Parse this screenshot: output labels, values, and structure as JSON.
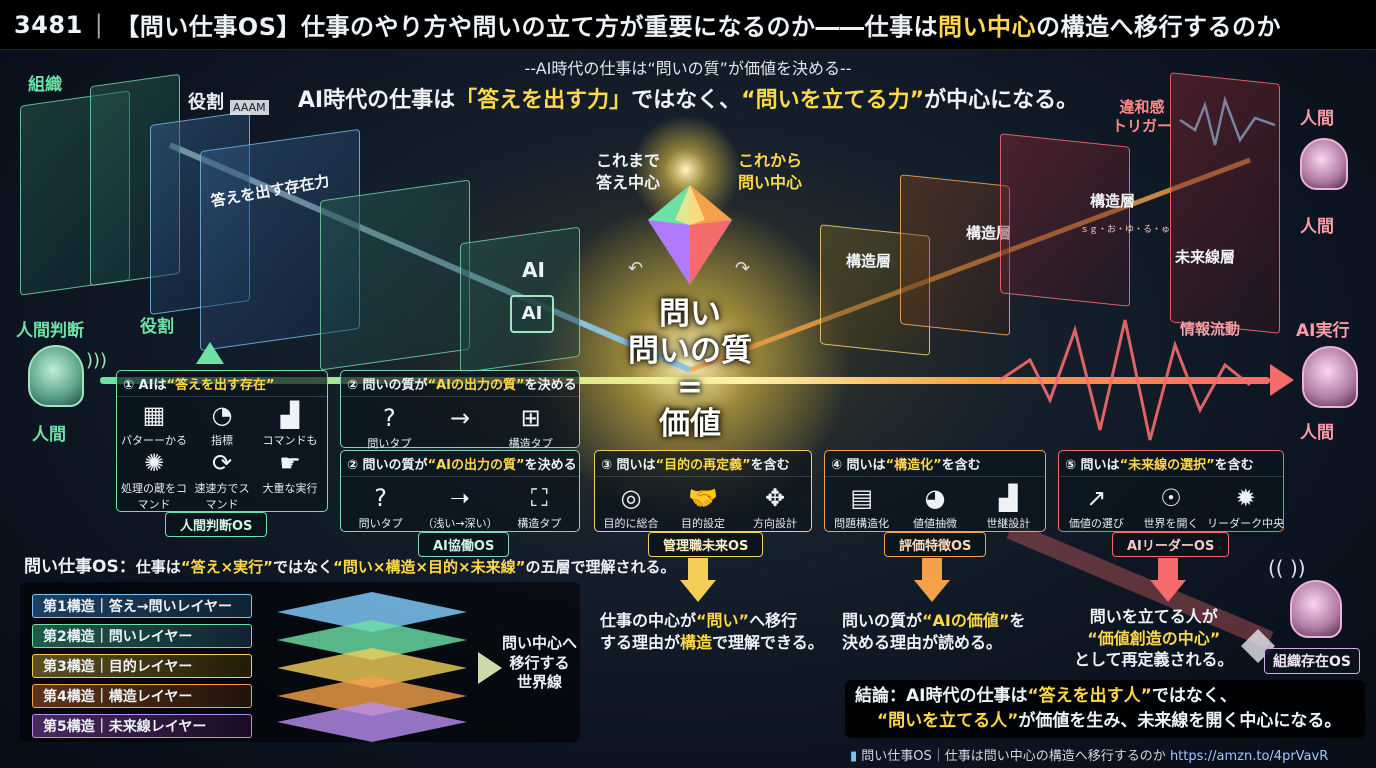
{
  "title": {
    "num": "3481",
    "sep": "｜",
    "main_a": "【問い仕事OS】仕事のやり方や問いの立て方が重要になるのか――仕事は",
    "main_hl": "問い中心",
    "main_b": "の構造へ移行するのか"
  },
  "subtitle": "--AI時代の仕事は“問いの質”が価値を決める--",
  "headline": {
    "a": "AI時代の仕事は",
    "hl1": "「答えを出す力」",
    "b": "ではなく、",
    "hl2": "“問いを立てる力”",
    "c": "が中心になる。"
  },
  "left": {
    "org_label": "組織",
    "role_label": "役割",
    "role_label2": "役割",
    "panel_text": "答えを出す存在力",
    "ai_label": "AI",
    "ai_chip": "AI",
    "human_judgement": "人間判断",
    "human": "人間",
    "code_text": "AAAM"
  },
  "center": {
    "past_a": "これまで",
    "past_b": "答え中心",
    "future_a": "これから",
    "future_b": "問い中心",
    "q1": "問い",
    "q2": "問いの質",
    "q3": "=",
    "q4": "価値"
  },
  "right": {
    "trigger_a": "違和感",
    "trigger_b": "トリガー",
    "human_top": "人間",
    "human_mid": "人間",
    "struct_a": "構造層",
    "struct_b": "構造層",
    "struct_c": "構造層",
    "future_layer": "未来線層",
    "info_flow": "情報流動",
    "ai_exec": "AI実行",
    "human_right": "人間",
    "scribble": "ｓｇ・お・ゆ・る・ゅ"
  },
  "cards": [
    {
      "num": "①",
      "head_a": "AIは",
      "head_hl": "“答えを出す存在”",
      "head_b": "",
      "items": [
        [
          "パターーかる",
          "▦"
        ],
        [
          "指標",
          "◔"
        ],
        [
          "コマンドも",
          "▟"
        ],
        [
          "処理の蔵をコマンド",
          "✺"
        ],
        [
          "速速方でスマンド",
          "⟳"
        ],
        [
          "大重な実行",
          "☛"
        ]
      ],
      "tag": "人間判断OS"
    },
    {
      "num": "②",
      "head_a": "問いの質が",
      "head_hl": "“AIの出力の質”",
      "head_b": "を決める",
      "items": [
        [
          "問いタプ",
          "?"
        ],
        [
          "構造タプ",
          "⊞"
        ]
      ],
      "tag": "AI協働OS"
    },
    {
      "num": "②",
      "head_a": "問いの質が",
      "head_hl": "“AIの出力の質”",
      "head_b": "を決める",
      "items": [
        [
          "問いタプ",
          "?"
        ],
        [
          "（浅い→深い）",
          "➝"
        ],
        [
          "構造タプ",
          "⛶"
        ]
      ]
    },
    {
      "num": "③",
      "head_a": "問いは",
      "head_hl": "“目的の再定義”",
      "head_b": "を含む",
      "items": [
        [
          "目的に総合",
          "◎"
        ],
        [
          "目的設定",
          "🤝"
        ],
        [
          "方向設計",
          "✥"
        ]
      ],
      "tag": "管理職未来OS"
    },
    {
      "num": "④",
      "head_a": "問いは",
      "head_hl": "“構造化”",
      "head_b": "を含む",
      "items": [
        [
          "問題構造化",
          "▤"
        ],
        [
          "値値抽微",
          "◕"
        ],
        [
          "世継設計",
          "▟"
        ]
      ],
      "tag": "評価特徴OS"
    },
    {
      "num": "⑤",
      "head_a": "問いは",
      "head_hl": "“未来線の選択”",
      "head_b": "を含む",
      "items": [
        [
          "価値の選び",
          "↗"
        ],
        [
          "世界を開く",
          "☉"
        ],
        [
          "リーダーク中央",
          "✹"
        ]
      ],
      "tag": "AIリーダーOS"
    }
  ],
  "os_summary": {
    "a": "問い仕事OS：",
    "b": "仕事は",
    "hl1": "“答え×実行”",
    "c": "ではなく",
    "hl2": "“問い×構造×目的×未来線”",
    "d": "の五層で理解される。"
  },
  "layers": [
    "第1構造｜答え→問いレイヤー",
    "第2構造｜問いレイヤー",
    "第3構造｜目的レイヤー",
    "第4構造｜構造レイヤー",
    "第5構造｜未来線レイヤー"
  ],
  "world_line": {
    "a": "問い中心へ",
    "b": "移行する",
    "c": "世界線"
  },
  "bottom": [
    {
      "a": "仕事の中心が",
      "hl": "“問い”",
      "b": "へ移行",
      "c": "する理由が",
      "hl2": "構造",
      "d": "で理解できる。"
    },
    {
      "a": "問いの質が",
      "hl": "“AIの価値”",
      "b": "を",
      "c": "決める理由が読める。"
    },
    {
      "a": "問いを立てる人が",
      "hl": "“価値創造の中心”",
      "c": "として再定義される。"
    }
  ],
  "org_os": "組織存在OS",
  "conclusion": {
    "a": "結論：AI時代の仕事は",
    "hl1": "“答えを出す人”",
    "b": "ではなく、",
    "hl2": "“問いを立てる人”",
    "c": "が価値を生み、未来線を開く中心になる。"
  },
  "footer": {
    "book": "問い仕事OS｜仕事は問い中心の構造へ移行するのか",
    "link": "https://amzn.to/4prVavR"
  },
  "colors": {
    "green": "#6de2a6",
    "blue": "#7cc4f4",
    "yellow": "#f3cf58",
    "orange": "#f5a14a",
    "red": "#f56b6b",
    "gold": "#ffd84a"
  }
}
